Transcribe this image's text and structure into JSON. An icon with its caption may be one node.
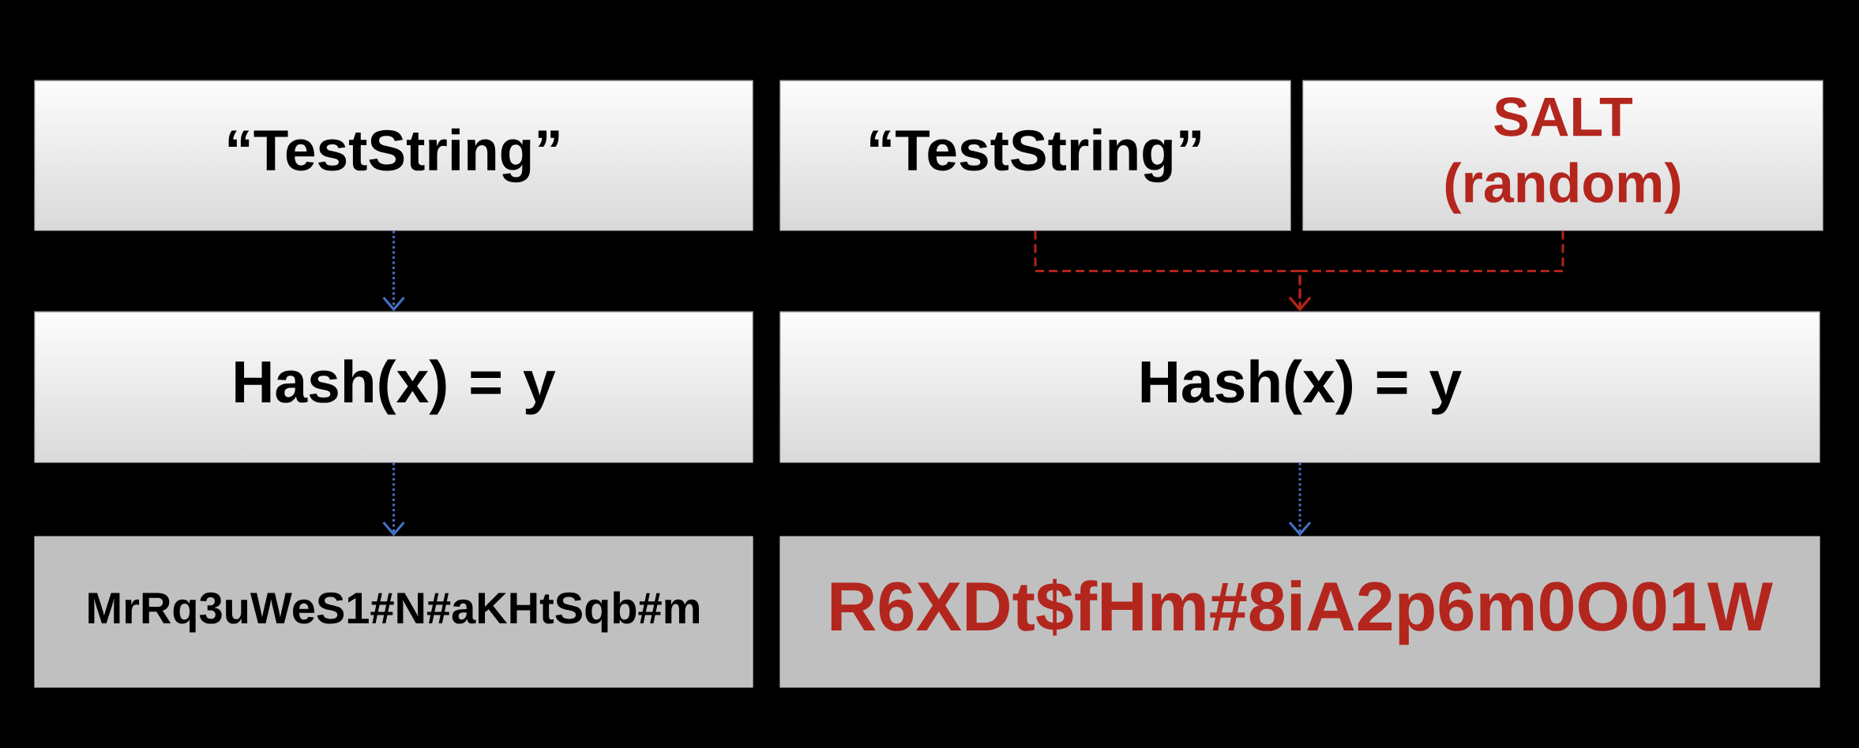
{
  "diagram": {
    "nodes": [
      {
        "text": [
          "“TestString”"
        ]
      },
      {
        "text": [
          "Hash(x) = y"
        ]
      },
      {
        "text": [
          "MrRq3uWeS1#N#aKHtSqb#m"
        ]
      },
      {
        "text": [
          "“TestString”"
        ]
      },
      {
        "text": [
          "SALT (random)"
        ]
      },
      {
        "text": [
          "Hash(x) = y"
        ]
      },
      {
        "text": [
          "R6XDt$fHm#8iA2p6m0O01W"
        ]
      }
    ],
    "edges": [
      {
        "from": 0,
        "to": 1,
        "arrow": "to"
      },
      {
        "from": 1,
        "to": 2,
        "arrow": "to"
      },
      {
        "from": 3,
        "to": 5,
        "arrow": "to",
        "style": "dashed",
        "color": "#b22418"
      },
      {
        "from": 4,
        "to": 5,
        "arrow": "to",
        "style": "dashed",
        "color": "#b22418"
      },
      {
        "from": 5,
        "to": 6,
        "arrow": "to"
      }
    ]
  }
}
